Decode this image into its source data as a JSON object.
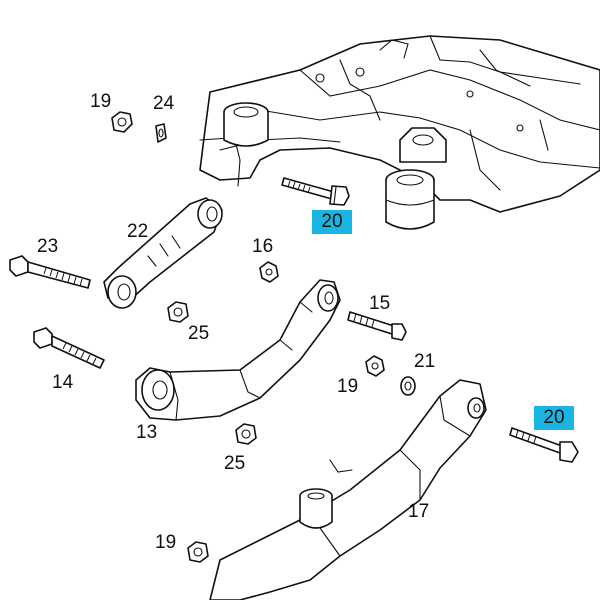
{
  "diagram": {
    "highlight_color": "#19b6e4",
    "callouts": [
      {
        "id": "c19a",
        "text": "19"
      },
      {
        "id": "c24",
        "text": "24"
      },
      {
        "id": "c20a",
        "text": "20",
        "highlighted": true
      },
      {
        "id": "c22",
        "text": "22"
      },
      {
        "id": "c23",
        "text": "23"
      },
      {
        "id": "c16",
        "text": "16"
      },
      {
        "id": "c15",
        "text": "15"
      },
      {
        "id": "c25a",
        "text": "25"
      },
      {
        "id": "c14",
        "text": "14"
      },
      {
        "id": "c19b",
        "text": "19"
      },
      {
        "id": "c21",
        "text": "21"
      },
      {
        "id": "c13",
        "text": "13"
      },
      {
        "id": "c20b",
        "text": "20",
        "highlighted": true
      },
      {
        "id": "c25b",
        "text": "25"
      },
      {
        "id": "c17",
        "text": "17"
      },
      {
        "id": "c19c",
        "text": "19"
      }
    ]
  }
}
